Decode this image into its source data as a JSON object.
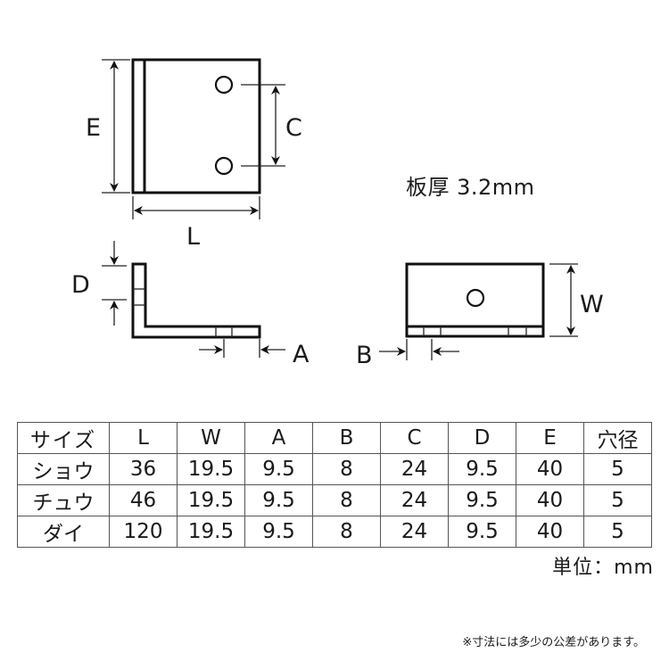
{
  "diagram": {
    "top_view": {
      "labels": {
        "E": "E",
        "C": "C",
        "L": "L"
      },
      "holes": 2
    },
    "profile_view": {
      "labels": {
        "D": "D",
        "A": "A"
      }
    },
    "side_view": {
      "labels": {
        "W": "W",
        "B": "B"
      },
      "holes": 1
    },
    "thickness_label": "板厚 3.2mm"
  },
  "spec_table": {
    "headers": [
      "サイズ",
      "L",
      "W",
      "A",
      "B",
      "C",
      "D",
      "E",
      "穴径"
    ],
    "rows": [
      {
        "size": "ショウ",
        "L": "36",
        "W": "19.5",
        "A": "9.5",
        "B": "8",
        "C": "24",
        "D": "9.5",
        "E": "40",
        "hole": "5"
      },
      {
        "size": "チュウ",
        "L": "46",
        "W": "19.5",
        "A": "9.5",
        "B": "8",
        "C": "24",
        "D": "9.5",
        "E": "40",
        "hole": "5"
      },
      {
        "size": "ダイ",
        "L": "120",
        "W": "19.5",
        "A": "9.5",
        "B": "8",
        "C": "24",
        "D": "9.5",
        "E": "40",
        "hole": "5"
      }
    ],
    "unit": "単位：mm"
  },
  "footnote": "※寸法には多少の公差があります。",
  "colors": {
    "line": "#111111",
    "table_border": "#555555",
    "background": "#ffffff"
  }
}
